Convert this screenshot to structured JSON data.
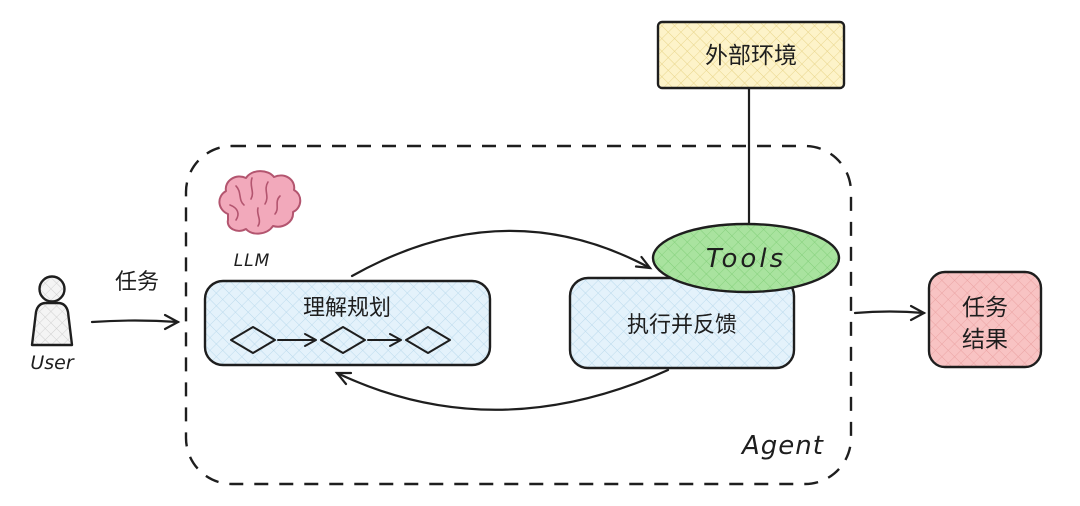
{
  "diagram": {
    "external_env": {
      "label": "外部环境"
    },
    "tools": {
      "label": "Tools"
    },
    "agent": {
      "label": "Agent"
    },
    "llm": {
      "label": "LLM"
    },
    "plan_box": {
      "label": "理解规划"
    },
    "execute_box": {
      "label": "执行并反馈"
    },
    "user": {
      "label": "User"
    },
    "task_arrow": {
      "label": "任务"
    },
    "result_box": {
      "line1": "任务",
      "line2": "结果"
    }
  },
  "colors": {
    "stroke": "#1e1e1e",
    "external_env_fill": "#fdf3c9",
    "external_env_hatch": "#e7d386",
    "tools_fill": "#a9e39f",
    "tools_hatch": "#82cf79",
    "box_blue_fill": "#e4f2fb",
    "box_blue_hatch": "#b9d9ec",
    "result_fill": "#f8c3c3",
    "result_hatch": "#eaa2a2",
    "brain_fill": "#f2a9bb",
    "brain_stroke": "#b3556f",
    "user_fill": "#f4f4f4",
    "user_hatch": "#cfcfcf"
  }
}
